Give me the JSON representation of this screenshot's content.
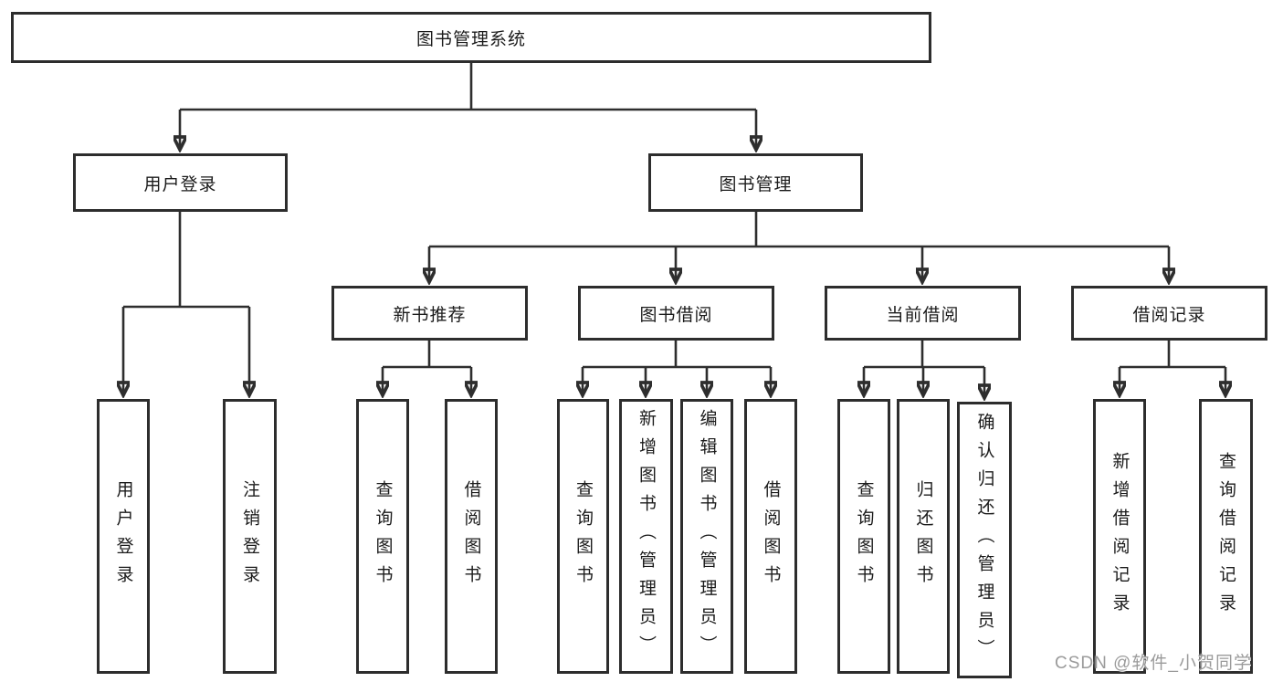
{
  "nodes": {
    "root": {
      "label": "图书管理系统"
    },
    "user_login": {
      "label": "用户登录"
    },
    "book_mgmt": {
      "label": "图书管理"
    },
    "new_book": {
      "label": "新书推荐"
    },
    "book_borrow": {
      "label": "图书借阅"
    },
    "current_borrow": {
      "label": "当前借阅"
    },
    "borrow_record": {
      "label": "借阅记录"
    },
    "ul_login": {
      "label": "用户登录"
    },
    "ul_logout": {
      "label": "注销登录"
    },
    "nb_query": {
      "label": "查询图书"
    },
    "nb_borrow": {
      "label": "借阅图书"
    },
    "bb_query": {
      "label": "查询图书"
    },
    "bb_add": {
      "label": "新增图书（管理员）"
    },
    "bb_edit": {
      "label": "编辑图书（管理员）"
    },
    "bb_borrow": {
      "label": "借阅图书"
    },
    "cb_query": {
      "label": "查询图书"
    },
    "cb_return": {
      "label": "归还图书"
    },
    "cb_confirm": {
      "label": "确认归还（管理员）"
    },
    "br_add": {
      "label": "新增借阅记录"
    },
    "br_query": {
      "label": "查询借阅记录"
    }
  },
  "hierarchy": {
    "图书管理系统": {
      "用户登录": [
        "用户登录",
        "注销登录"
      ],
      "图书管理": {
        "新书推荐": [
          "查询图书",
          "借阅图书"
        ],
        "图书借阅": [
          "查询图书",
          "新增图书（管理员）",
          "编辑图书（管理员）",
          "借阅图书"
        ],
        "当前借阅": [
          "查询图书",
          "归还图书",
          "确认归还（管理员）"
        ],
        "借阅记录": [
          "新增借阅记录",
          "查询借阅记录"
        ]
      }
    }
  },
  "colors": {
    "line": "#2e2e2e",
    "border": "#2d2d2d",
    "text": "#1b1b1b",
    "watermark": "#9b9b9b",
    "background": "#ffffff"
  },
  "watermark": {
    "text": "CSDN @软件_小贺同学"
  }
}
